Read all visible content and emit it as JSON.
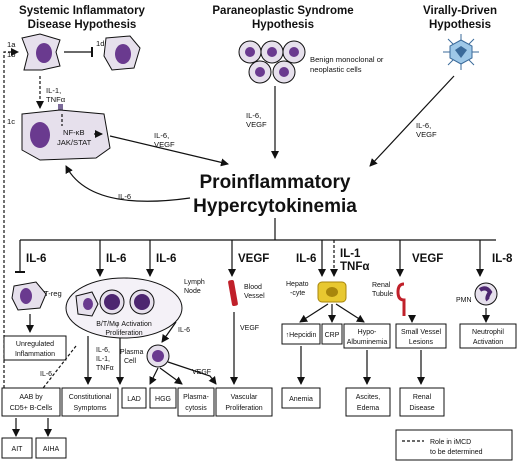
{
  "hypotheses": {
    "systemic": [
      "Systemic Inflammatory",
      "Disease Hypothesis"
    ],
    "paraneoplastic": [
      "Paraneoplastic Syndrome",
      "Hypothesis"
    ],
    "viral": [
      "Virally-Driven",
      "Hypothesis"
    ]
  },
  "systemic_panel": {
    "label_1a": "1a",
    "label_1b": "1b",
    "label_1c": "1c",
    "label_1d": "1d",
    "il1_tnfa": [
      "IL-1,",
      "TNFα"
    ],
    "nfkb": "NF-κB",
    "jakstat": "JAK/STAT",
    "il6_vegf": [
      "IL-6,",
      "VEGF"
    ],
    "il6_feedback": "IL-6"
  },
  "paraneoplastic_panel": {
    "cells_label": [
      "Benign monoclonal or",
      "neoplastic cells"
    ],
    "il6_vegf": [
      "IL-6,",
      "VEGF"
    ]
  },
  "viral_panel": {
    "il6_vegf": [
      "IL-6,",
      "VEGF"
    ]
  },
  "center_title": [
    "Proinflammatory",
    "Hypercytokinemia"
  ],
  "cytokines": {
    "il6_a": "IL-6",
    "il6_b": "IL-6",
    "il6_c": "IL-6",
    "vegf_a": "VEGF",
    "il6_d": "IL-6",
    "il1_tnfa": [
      "IL-1",
      "TNFα"
    ],
    "vegf_b": "VEGF",
    "il8": "IL-8"
  },
  "cell_labels": {
    "treg": "T-reg",
    "activation": [
      "B/T/Mφ Activation",
      "Proliferation"
    ],
    "lymph_node": [
      "Lymph",
      "Node"
    ],
    "blood_vessel": [
      "Blood",
      "Vessel"
    ],
    "hepatocyte": [
      "Hepato",
      "-cyte"
    ],
    "renal_tubule": [
      "Renal",
      "Tubule"
    ],
    "pmn": "PMN",
    "plasma_cell": [
      "Plasma",
      "Cell"
    ]
  },
  "edge_labels": {
    "il6_left": "IL-6",
    "il6_il1_tnfa": [
      "IL-6,",
      "IL-1,",
      "TNFα"
    ],
    "il6_plasma": "IL-6",
    "vegf_plasma": "VEGF",
    "vegf_vessel": "VEGF"
  },
  "outcomes": {
    "unregulated": [
      "Unregulated",
      "Inflammation"
    ],
    "aab": [
      "AAB by",
      "CD5+ B-Cells"
    ],
    "constitutional": [
      "Constitutional",
      "Symptoms"
    ],
    "lad": "LAD",
    "hgg": "HGG",
    "plasmacytosis": [
      "Plasma-",
      "cytosis"
    ],
    "vascular": [
      "Vascular",
      "Proliferation"
    ],
    "anemia": "Anemia",
    "hepcidin": "↑Hepcidin",
    "crp": "CRP",
    "hypoalb": [
      "Hypo-",
      "Albuminemia"
    ],
    "ascites": [
      "Ascites,",
      "Edema"
    ],
    "small_vessel": [
      "Small Vessel",
      "Lesions"
    ],
    "renal_disease": [
      "Renal",
      "Disease"
    ],
    "neutrophil": [
      "Neutrophil",
      "Activation"
    ],
    "ait": "AIT",
    "aiha": "AIHA"
  },
  "legend": [
    "Role in iMCD",
    "to be determined"
  ],
  "colors": {
    "cell_fill": "#e6e0ec",
    "nucleus": "#6a3a8f",
    "nucleus_dark": "#4d2670",
    "vessel": "#c0202a",
    "hepatocyte": "#e8c830",
    "hepatocyte_stroke": "#a8860c",
    "virus": "#3a6a9a",
    "virus_light": "#9ec8e8"
  }
}
